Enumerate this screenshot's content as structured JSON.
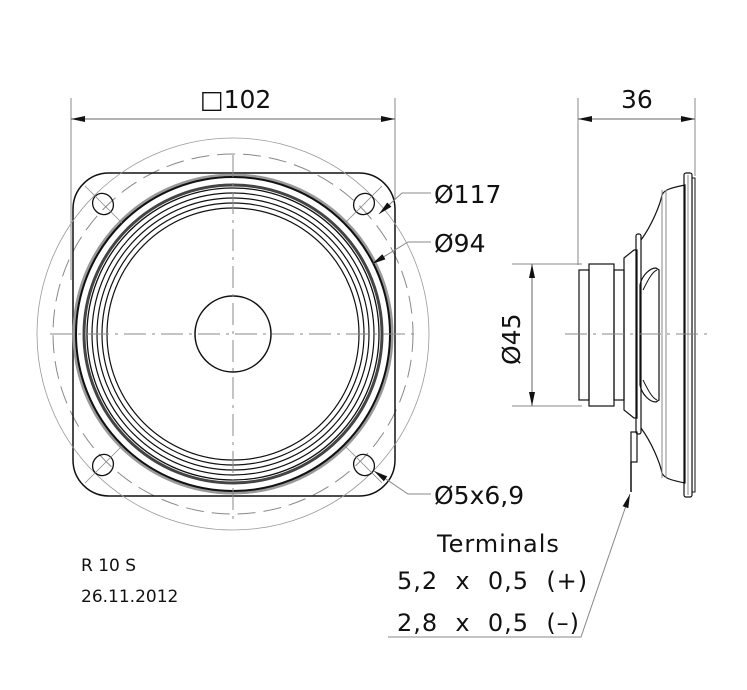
{
  "drawing": {
    "model": "R 10 S",
    "date": "26.11.2012",
    "colors": {
      "line": "#111111",
      "thin": "#888888",
      "background": "#ffffff"
    }
  },
  "front_view": {
    "dimensions": {
      "frame_square": "□102",
      "bolt_circle": "Ø117",
      "cone_outer": "Ø94",
      "mount_holes": "Ø5x6,9"
    }
  },
  "side_view": {
    "dimensions": {
      "depth": "36",
      "magnet": "Ø45"
    }
  },
  "terminals": {
    "title": "Terminals",
    "positive": "5,2  x  0,5  (+)",
    "negative": "2,8  x  0,5  (–)"
  }
}
